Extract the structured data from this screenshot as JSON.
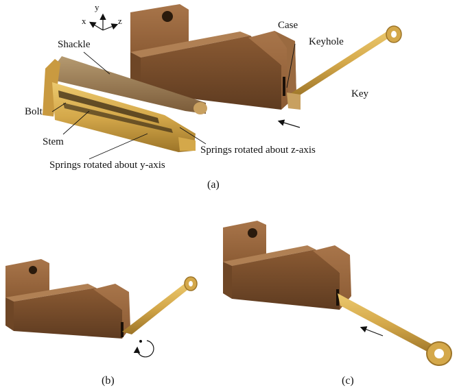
{
  "axes": {
    "x": "x",
    "y": "y",
    "z": "z"
  },
  "labels": {
    "shackle": "Shackle",
    "case": "Case",
    "keyhole": "Keyhole",
    "key": "Key",
    "bolt": "Bolt",
    "stem": "Stem",
    "springs_y": "Springs rotated about y-axis",
    "springs_z": "Springs rotated about z-axis"
  },
  "panels": {
    "a": "(a)",
    "b": "(b)",
    "c": "(c)"
  },
  "colors": {
    "case_body": "#8a5a33",
    "case_dark": "#5e3b20",
    "case_light": "#a8754a",
    "brass": "#d4a84a",
    "brass_dark": "#9c7428",
    "brass_light": "#ecc96e"
  }
}
